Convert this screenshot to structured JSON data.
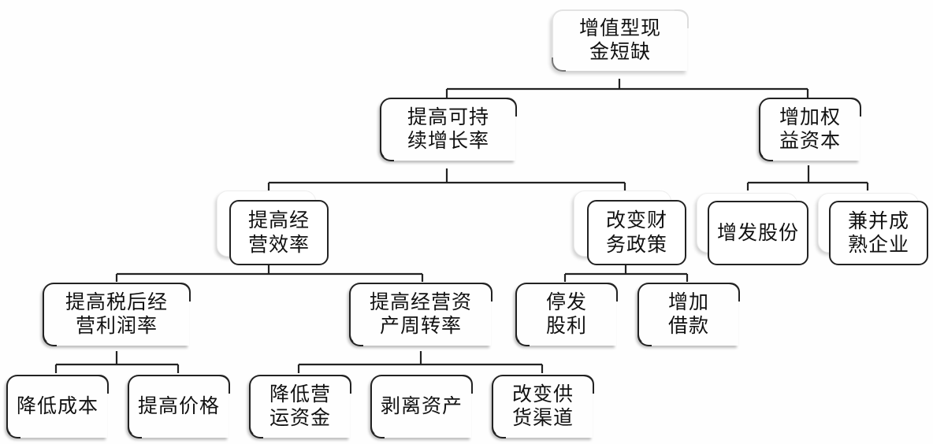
{
  "diagram": {
    "title": "增值型现金短缺",
    "root": {
      "label": "增值型现\n金短缺"
    },
    "level1": [
      {
        "label": "提高可持\n续增长率"
      },
      {
        "label": "增加权\n益资本"
      }
    ],
    "level2": [
      {
        "label": "提高经\n营效率"
      },
      {
        "label": "改变财\n务政策"
      },
      {
        "label": "增发股份"
      },
      {
        "label": "兼并成\n熟企业"
      }
    ],
    "level3": [
      {
        "label": "提高税后经\n营利润率"
      },
      {
        "label": "提高经营资\n产周转率"
      },
      {
        "label": "停发\n股利"
      },
      {
        "label": "增加\n借款"
      }
    ],
    "level4": [
      {
        "label": "降低成本"
      },
      {
        "label": "提高价格"
      },
      {
        "label": "降低营\n运资金"
      },
      {
        "label": "剥离资产"
      },
      {
        "label": "改变供\n货渠道"
      }
    ]
  }
}
